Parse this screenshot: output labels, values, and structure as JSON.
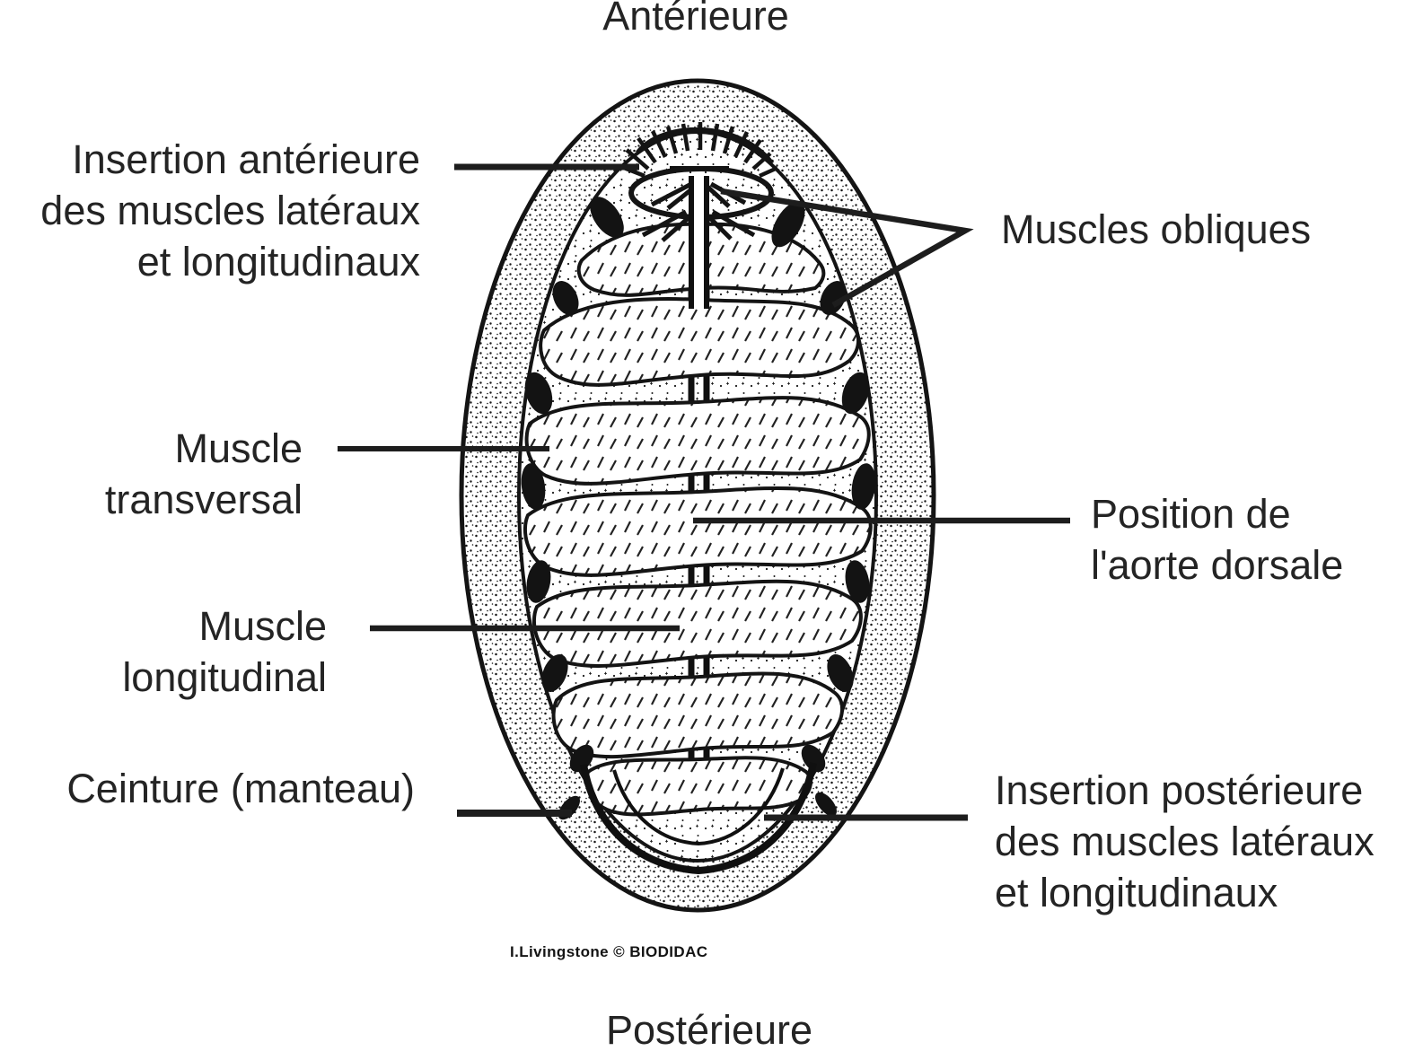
{
  "diagram": {
    "title_top": "Antérieure",
    "title_bottom": "Postérieure",
    "credit": "I.Livingstone © BIODIDAC",
    "labels": {
      "insertion_anterieure": [
        "Insertion antérieure",
        "des muscles latéraux",
        "et longitudinaux"
      ],
      "muscles_obliques": "Muscles obliques",
      "muscle_transversal": [
        "Muscle",
        "transversal"
      ],
      "position_aorte": [
        "Position de",
        "l'aorte dorsale"
      ],
      "muscle_longitudinal": [
        "Muscle",
        "longitudinal"
      ],
      "ceinture": "Ceinture (manteau)",
      "insertion_posterieure": [
        "Insertion postérieure",
        "des muscles latéraux",
        "et longitudinaux"
      ]
    },
    "colors": {
      "ink": "#1c1c1c",
      "paper": "#ffffff"
    }
  }
}
